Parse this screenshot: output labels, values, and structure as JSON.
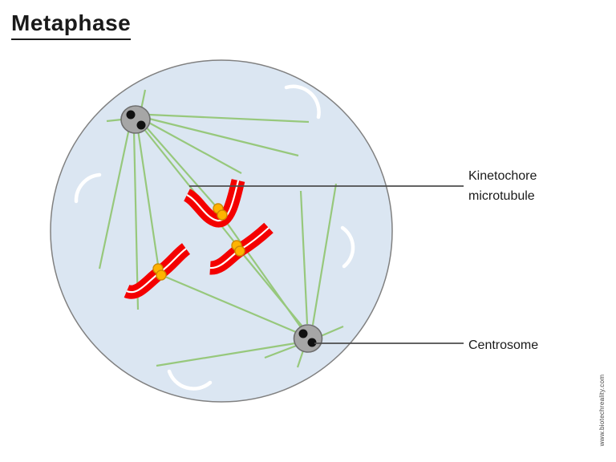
{
  "title": "Metaphase",
  "labels": {
    "kinetochore_microtubule": {
      "line1": "Kinetochore",
      "line2": "microtubule"
    },
    "centrosome": "Centrosome"
  },
  "watermark": "www.biotechreality.com",
  "diagram": {
    "chromosome_count": 3,
    "centrosome_count": 2,
    "centrioles_per_centrosome": 2
  },
  "colors": {
    "cell_fill": "#dbe6f2",
    "cell_border": "#808080",
    "spindle_fiber": "#97c87c",
    "chromosome": "#f40000",
    "chromatid_divider": "#ffffff",
    "kinetochore": "#ffb300",
    "kinetochore_border": "#cf8a00",
    "centrosome_fill": "#a6a6a6",
    "centrosome_border": "#6e6e6e",
    "centriole_dot": "#111111",
    "pointer_line": "#4d4d4d",
    "text": "#1a1a1a",
    "highlight_arc": "#ffffff"
  }
}
